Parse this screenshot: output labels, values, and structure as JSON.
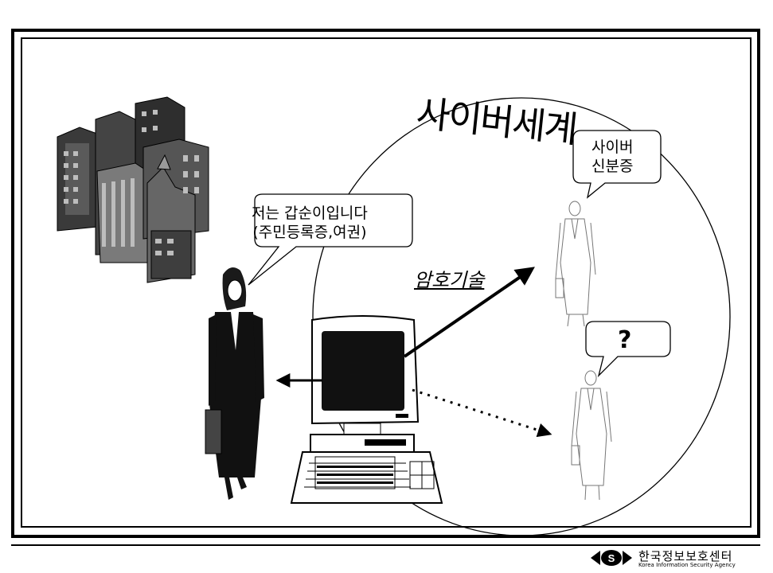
{
  "diagram": {
    "cyber_world_label": "사이버세계",
    "bubble_cyber_id": [
      "사이버",
      "신분증"
    ],
    "bubble_real_id": [
      "저는 갑순이입니다",
      "(주민등록증,여권)"
    ],
    "bubble_unknown": "?",
    "arrow_label": "암호기술"
  },
  "footer": {
    "org_name": "한국정보보호센터",
    "org_name_en": "Korea Information Security Agency"
  },
  "icons": [
    "buildings-illustration",
    "businesswoman-figure",
    "computer-icon",
    "keyboard-icon",
    "cyber-person-figure",
    "speech-bubble",
    "arrow"
  ]
}
